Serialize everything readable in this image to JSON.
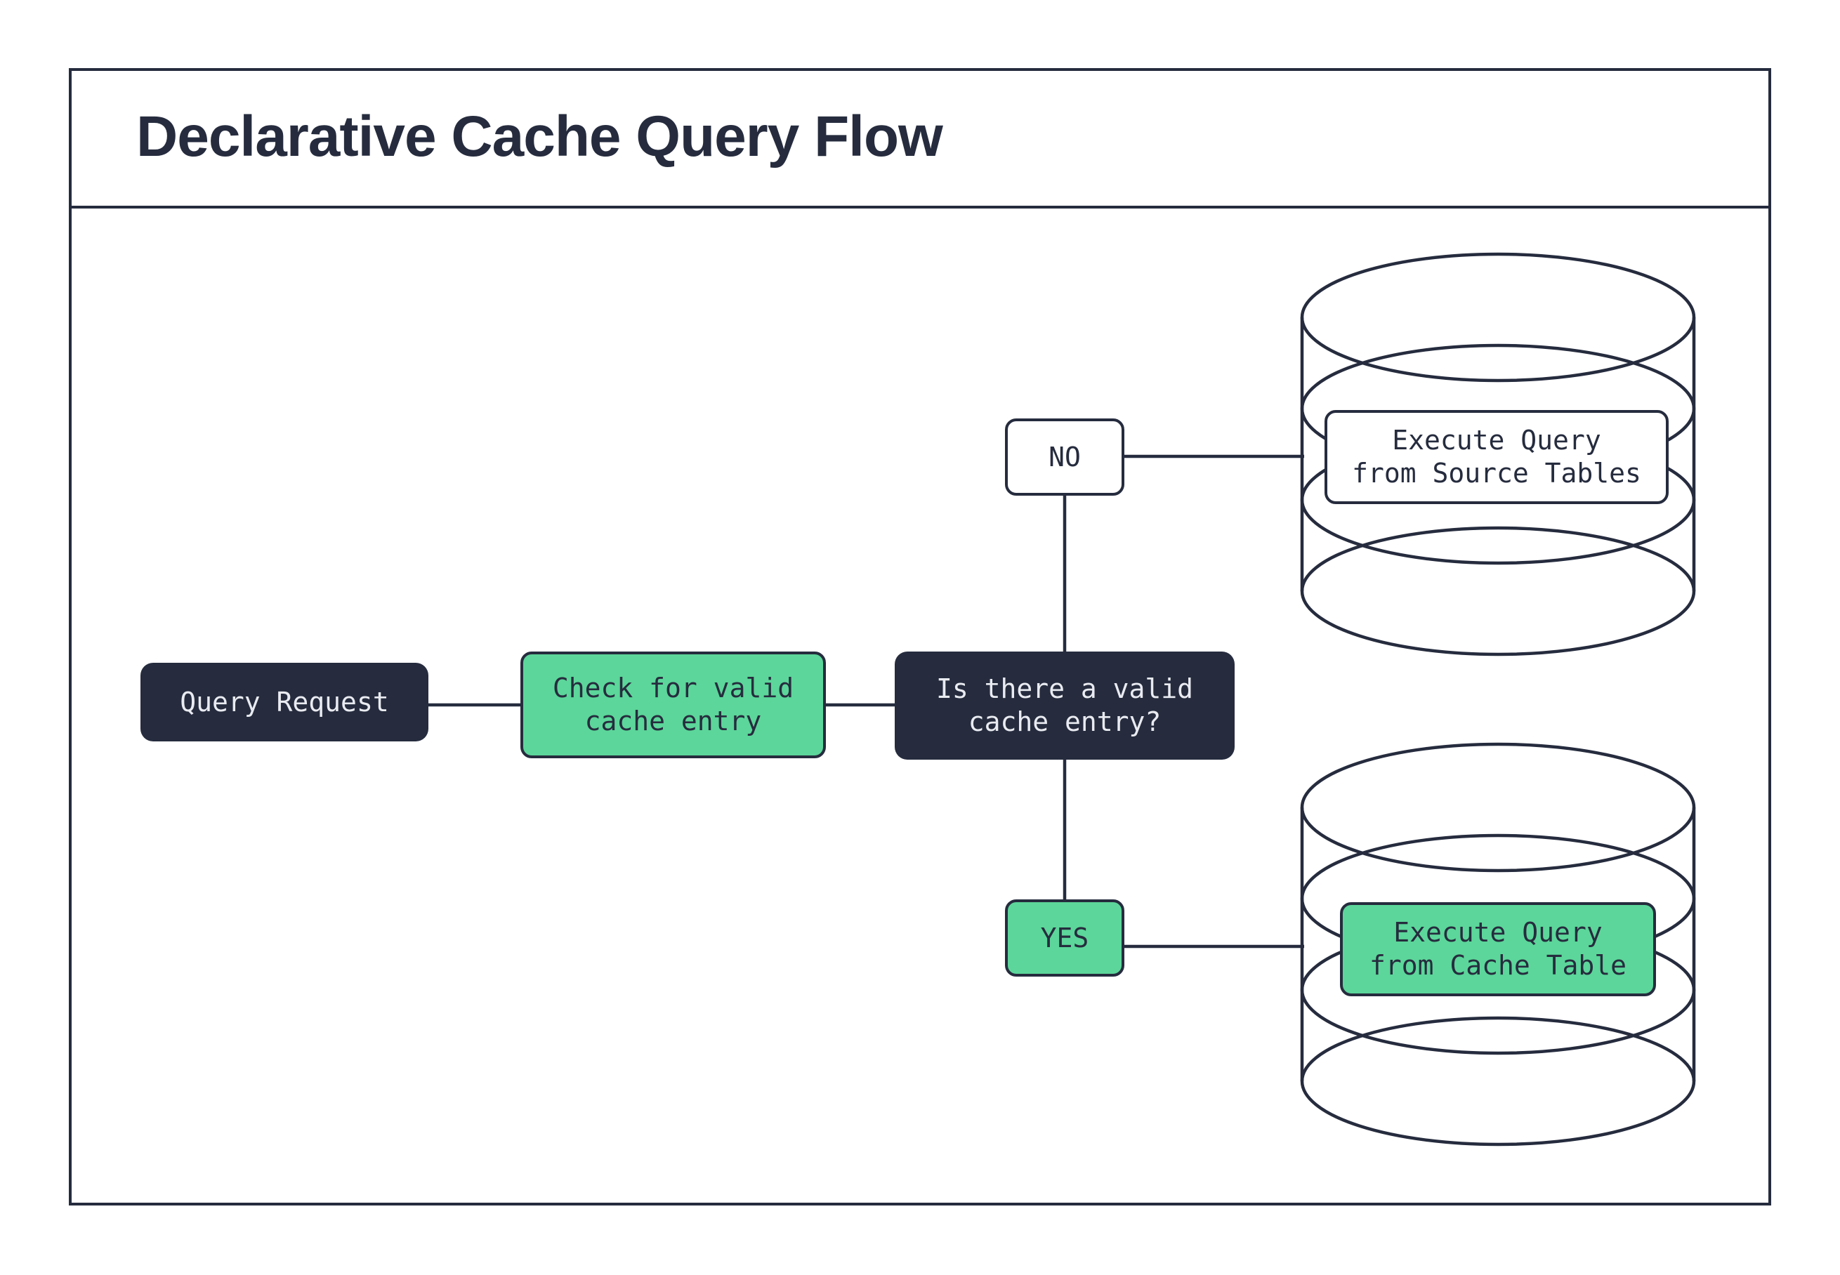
{
  "title": "Declarative Cache Query Flow",
  "colors": {
    "ink": "#262C3E",
    "green": "#5CD69A",
    "paper": "#FFFFFF",
    "light": "#E9EBF1"
  },
  "nodes": {
    "query_request": {
      "label": "Query Request"
    },
    "check_cache": {
      "label": "Check for valid\ncache entry"
    },
    "decision": {
      "label": "Is there a valid\ncache entry?"
    },
    "branch_no": {
      "label": "NO"
    },
    "branch_yes": {
      "label": "YES"
    },
    "execute_source": {
      "label": "Execute Query\nfrom Source Tables"
    },
    "execute_cache": {
      "label": "Execute Query\nfrom Cache Table"
    }
  }
}
